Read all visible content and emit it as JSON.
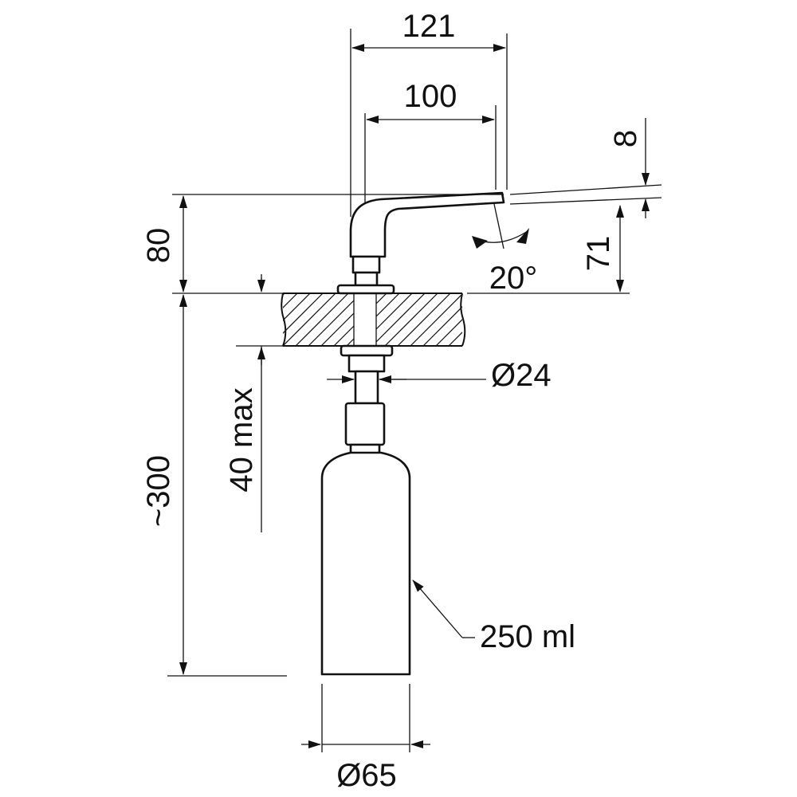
{
  "dimensions": {
    "width_121": "121",
    "width_100": "100",
    "offset_8": "8",
    "height_80": "80",
    "height_71": "71",
    "angle_20": "20°",
    "dia_24": "Ø24",
    "depth_40max": "40 max",
    "height_300": "~300",
    "volume_250": "250 ml",
    "dia_65": "Ø65"
  },
  "colors": {
    "ink": "#111111",
    "paper": "#ffffff"
  }
}
